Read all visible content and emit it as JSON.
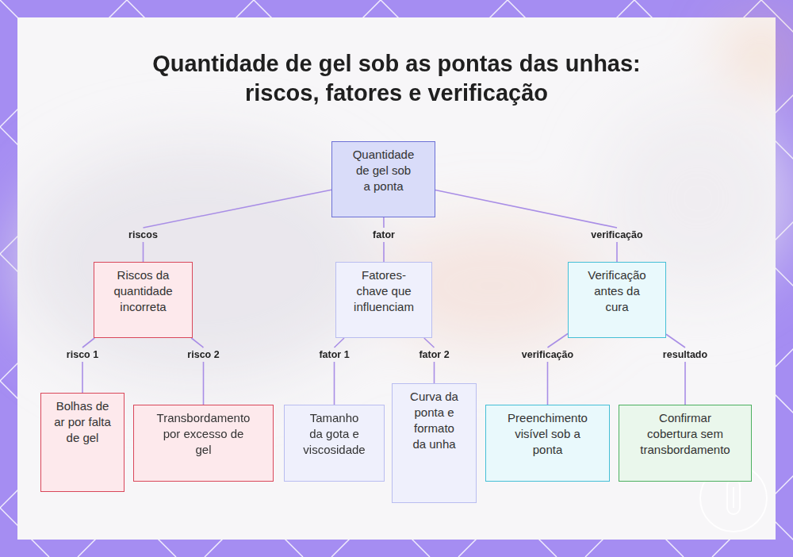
{
  "diagram": {
    "title": "Quantidade de gel sob as pontas das unhas: riscos, fatores e verificação",
    "nodes": [
      {
        "text": [
          "Quantidade de gel sob a ponta"
        ]
      },
      {
        "text": [
          "Riscos da quantidade incorreta"
        ]
      },
      {
        "text": [
          "Fatores-chave que influenciam"
        ]
      },
      {
        "text": [
          "Verificação antes da cura"
        ]
      },
      {
        "text": [
          "Bolhas de ar por falta de gel"
        ]
      },
      {
        "text": [
          "Transbordamento por excesso de gel"
        ]
      },
      {
        "text": [
          "Tamanho da gota e viscosidade"
        ]
      },
      {
        "text": [
          "Curva da ponta e formato da unha"
        ]
      },
      {
        "text": [
          "Preenchimento visível sob a ponta"
        ]
      },
      {
        "text": [
          "Confirmar cobertura sem transbordamento"
        ]
      }
    ],
    "edges": [
      {
        "from": 0,
        "to": 1,
        "label": "riscos",
        "arrow": "none"
      },
      {
        "from": 0,
        "to": 2,
        "label": "fator",
        "arrow": "none"
      },
      {
        "from": 0,
        "to": 3,
        "label": "verificação",
        "arrow": "none"
      },
      {
        "from": 1,
        "to": 4,
        "label": "risco 1",
        "arrow": "none"
      },
      {
        "from": 1,
        "to": 5,
        "label": "risco 2",
        "arrow": "none"
      },
      {
        "from": 2,
        "to": 6,
        "label": "fator 1",
        "arrow": "none"
      },
      {
        "from": 2,
        "to": 7,
        "label": "fator 2",
        "arrow": "none"
      },
      {
        "from": 3,
        "to": 8,
        "label": "verificação",
        "arrow": "none"
      },
      {
        "from": 3,
        "to": 9,
        "label": "resultado",
        "arrow": "none"
      }
    ]
  }
}
